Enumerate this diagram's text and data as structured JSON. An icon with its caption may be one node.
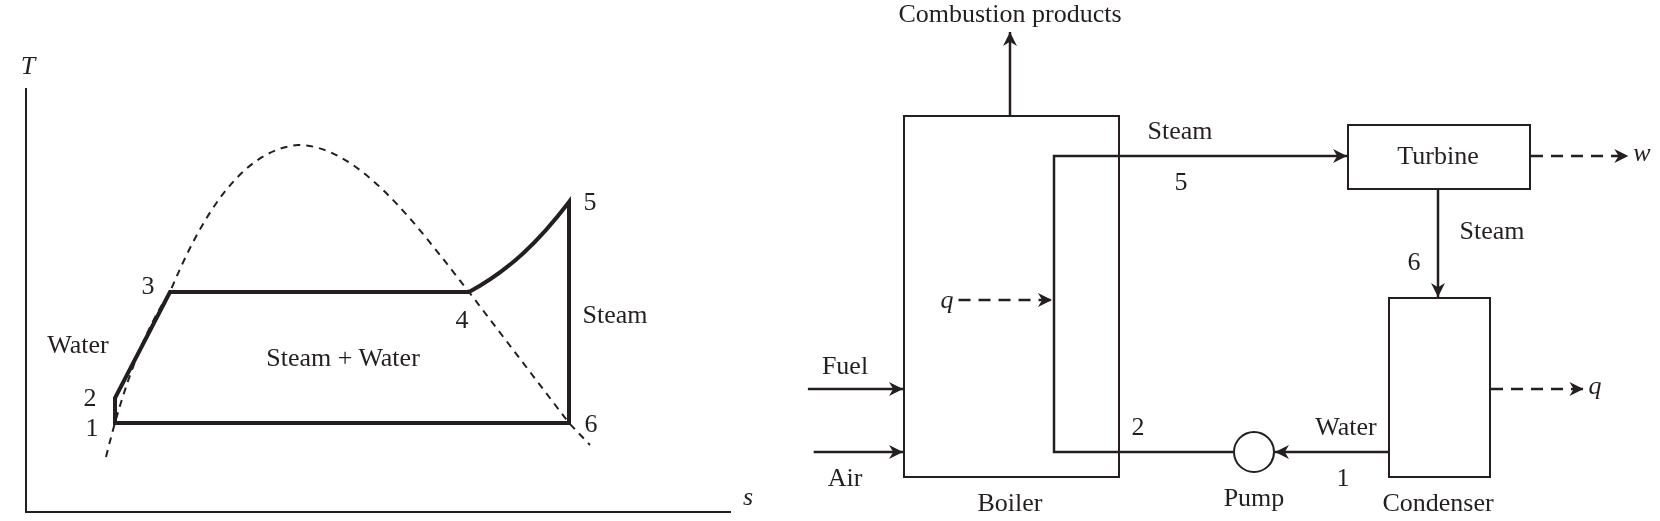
{
  "diagram": {
    "nodes": [
      {
        "text": [
          "Boiler"
        ]
      },
      {
        "text": [
          "Turbine"
        ]
      },
      {
        "text": [
          "Condenser"
        ]
      },
      {
        "text": [
          "Pump"
        ]
      },
      {
        "text": [
          "Combustion products"
        ]
      },
      {
        "text": [
          "w"
        ]
      },
      {
        "text": [
          "q"
        ]
      },
      {
        "text": [
          "q"
        ],
        "in": 0
      },
      {
        "text": [
          "Fuel"
        ]
      },
      {
        "text": [
          "Air"
        ]
      }
    ],
    "edges": [
      {
        "from": 0,
        "to": 4,
        "arrow": "to"
      },
      {
        "from": 3,
        "to": 1,
        "arrow": "to",
        "label": "Steam"
      },
      {
        "from": 1,
        "to": 5,
        "arrow": "to",
        "style": "dashed"
      },
      {
        "from": 1,
        "to": 2,
        "arrow": "to",
        "label": "Steam"
      },
      {
        "from": 7,
        "to": null,
        "arrow": "to",
        "style": "dashed"
      },
      {
        "from": 2,
        "to": 6,
        "arrow": "to",
        "style": "dashed"
      },
      {
        "from": 8,
        "to": 0,
        "arrow": "to"
      },
      {
        "from": 9,
        "to": 0,
        "arrow": "to"
      },
      {
        "from": 2,
        "to": 3,
        "arrow": "to",
        "label": "Water"
      }
    ],
    "labels": [
      "T",
      "5",
      "3",
      "4",
      "Steam",
      "Water",
      "Steam + Water",
      "2",
      "1",
      "6",
      "s",
      "5",
      "6",
      "2",
      "1"
    ]
  }
}
